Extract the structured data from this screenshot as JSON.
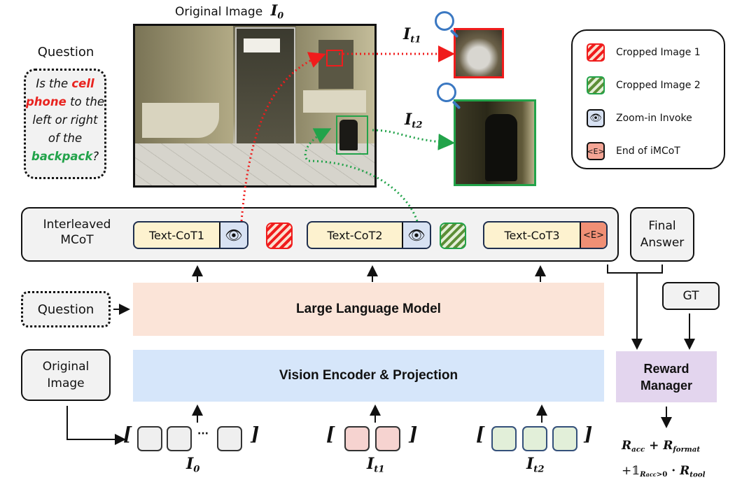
{
  "question_panel": {
    "title": "Question",
    "text_parts": [
      "Is the ",
      "cell phone",
      " to the left or right of the ",
      "backpack",
      "?"
    ]
  },
  "original_image": {
    "title": "Original Image",
    "symbol": "I",
    "subscript": "0"
  },
  "crops": [
    {
      "label": "I",
      "subscript": "t1",
      "color": "#f01c1c",
      "icon": "magnifier-icon"
    },
    {
      "label": "I",
      "subscript": "t2",
      "color": "#22a34a",
      "icon": "magnifier-icon"
    }
  ],
  "legend": {
    "items": [
      {
        "label": "Cropped Image 1",
        "icon": "red-hatch-swatch"
      },
      {
        "label": "Cropped Image 2",
        "icon": "green-hatch-swatch"
      },
      {
        "label": "Zoom-in Invoke",
        "icon": "eye-icon"
      },
      {
        "label": "End of iMCoT",
        "icon": "end-token-icon",
        "glyph": "<E>"
      }
    ]
  },
  "mcot": {
    "label_line1": "Interleaved",
    "label_line2": "MCoT",
    "tokens": [
      {
        "text": "Text-CoT1",
        "suffix": "zoom",
        "glyph": "👁"
      },
      {
        "text": "Text-CoT2",
        "suffix": "zoom",
        "glyph": "👁"
      },
      {
        "text": "Text-CoT3",
        "suffix": "end",
        "glyph": "<E>"
      }
    ]
  },
  "final_answer": {
    "line1": "Final",
    "line2": "Answer"
  },
  "llm": {
    "label": "Large Language Model"
  },
  "vision": {
    "label": "Vision Encoder & Projection"
  },
  "question_input": {
    "label": "Question"
  },
  "original_input": {
    "line1": "Original",
    "line2": "Image"
  },
  "gt": {
    "label": "GT"
  },
  "reward_manager": {
    "line1": "Reward",
    "line2": "Manager"
  },
  "visual_tokens": [
    {
      "label": "I",
      "subscript": "0",
      "ellipsis": "···"
    },
    {
      "label": "I",
      "subscript": "t1"
    },
    {
      "label": "I",
      "subscript": "t2"
    }
  ],
  "brackets": {
    "open": "[",
    "close": "]"
  },
  "formula": {
    "line1": {
      "r1": "R",
      "s1": "acc",
      "plus": " + ",
      "r2": "R",
      "s2": "format"
    },
    "line2": {
      "prefix": "+𝟙",
      "cond": "R",
      "cond_sub": "acc",
      "cond_rest": ">0",
      "dot": " · ",
      "r3": "R",
      "s3": "tool"
    }
  },
  "colors": {
    "red": "#f01c1c",
    "green": "#22a34a",
    "blue_magnifier": "#3b78c2",
    "llm_bg": "#fbe4d8",
    "vision_bg": "#d6e6fa",
    "reward_bg": "#e3d5ee",
    "token_bg": "#fdf2cf"
  }
}
